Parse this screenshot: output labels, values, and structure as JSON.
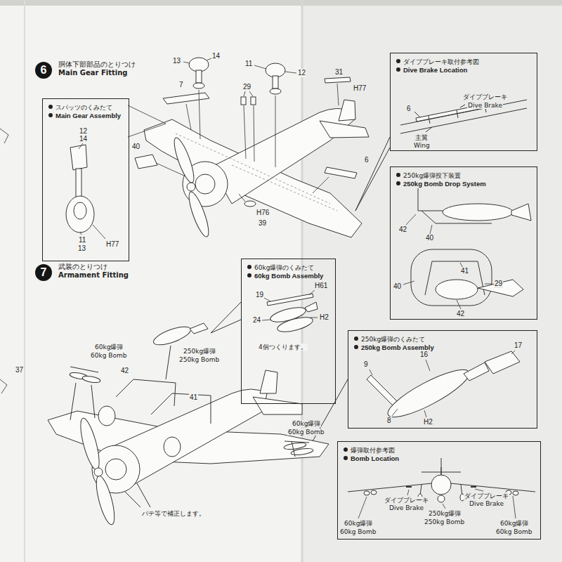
{
  "diagram": {
    "nodes": [
      {
        "text": [
          "6"
        ]
      },
      {
        "text": [
          "スパッツのくみたて",
          "Main Gear Assembly"
        ]
      },
      {
        "text": [
          "ダイブブレーキ取付参考図",
          "Dive Brake Location"
        ]
      },
      {
        "text": [
          "250kg爆弾投下装置",
          "250kg Bomb Drop System"
        ]
      },
      {
        "text": [
          "7"
        ]
      },
      {
        "text": [
          "60kg爆弾のくみたて",
          "60kg Bomb Assembly"
        ]
      },
      {
        "text": [
          "250kg爆弾のくみたて",
          "250kg Bomb Assembly"
        ]
      },
      {
        "text": [
          "爆弾取付参考図",
          "Bomb Location"
        ]
      }
    ],
    "labels": [
      "胴体下部部品のとりつけ",
      "Main Gear Fitting",
      "13",
      "14",
      "11",
      "12",
      "7",
      "29",
      "31",
      "H77",
      "40",
      "6",
      "H76",
      "39",
      "12",
      "14",
      "11",
      "13",
      "H77",
      "6",
      "ダイブブレーキ",
      "Dive Brake",
      "主翼",
      "Wing",
      "42",
      "40",
      "41",
      "29",
      "40",
      "42",
      "武装のとりつけ",
      "Armament Fitting",
      "60kg爆弾",
      "60kg Bomb",
      "42",
      "250kg爆弾",
      "250kg Bomb",
      "41",
      "60kg爆弾",
      "60kg Bomb",
      "パテ等で補正します。",
      "37",
      "19",
      "H61",
      "24",
      "H2",
      "4個つくります。",
      "9",
      "16",
      "17",
      "8",
      "H2",
      "60kg爆弾",
      "60kg Bomb",
      "ダイブブレーキ",
      "Dive Brake",
      "250kg爆弾",
      "250kg Bomb",
      "ダイブブレーキ",
      "Dive Brake",
      "60kg爆弾",
      "60kg Bomb"
    ]
  }
}
